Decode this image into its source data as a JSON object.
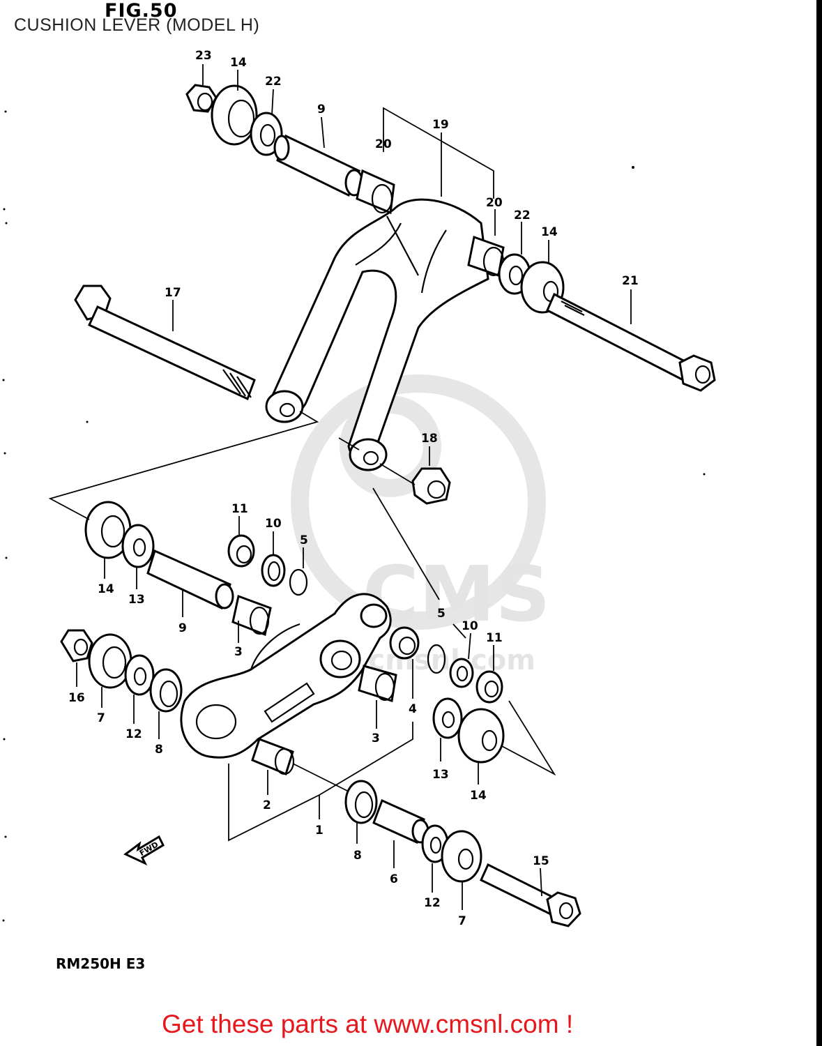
{
  "figure": {
    "title": "FIG.50",
    "subtitle": "CUSHION LEVER (MODEL H)",
    "model_code": "RM250H E3",
    "direction_label": "FWD"
  },
  "watermark": {
    "brand": "CMS",
    "url": "www.cmsnl.com"
  },
  "callouts": {
    "c23": "23",
    "c14a": "14",
    "c22a": "22",
    "c9a": "9",
    "c20a": "20",
    "c19": "19",
    "c20b": "20",
    "c22b": "22",
    "c14b": "14",
    "c21": "21",
    "c17": "17",
    "c18": "18",
    "c11a": "11",
    "c10a": "10",
    "c5a": "5",
    "c14c": "14",
    "c13a": "13",
    "c9b": "9",
    "c3a": "3",
    "c16": "16",
    "c7a": "7",
    "c12a": "12",
    "c8a": "8",
    "c5b": "5",
    "c10b": "10",
    "c11b": "11",
    "c4": "4",
    "c3b": "3",
    "c13b": "13",
    "c14d": "14",
    "c2": "2",
    "c1": "1",
    "c8b": "8",
    "c6": "6",
    "c12b": "12",
    "c7b": "7",
    "c15": "15"
  },
  "footer": {
    "text": "Get these parts at www.cmsnl.com !",
    "color": "#e8171d"
  }
}
